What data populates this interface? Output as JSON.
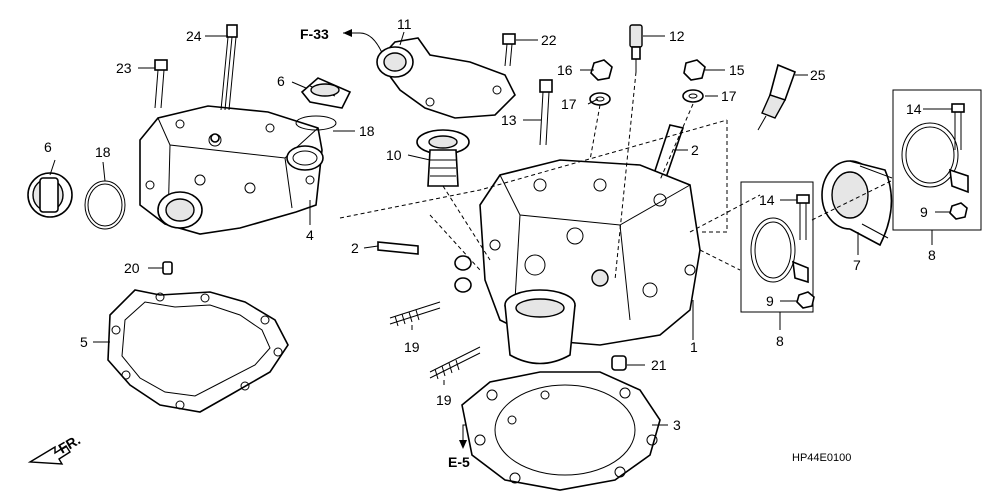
{
  "callouts": {
    "p1": "1",
    "p2a": "2",
    "p2b": "2",
    "p3": "3",
    "p4": "4",
    "p5": "5",
    "p6a": "6",
    "p6b": "6",
    "p7": "7",
    "p8a": "8",
    "p8b": "8",
    "p9a": "9",
    "p9b": "9",
    "p10": "10",
    "p11": "11",
    "p12": "12",
    "p13": "13",
    "p14a": "14",
    "p14b": "14",
    "p15": "15",
    "p16": "16",
    "p17a": "17",
    "p17b": "17",
    "p18a": "18",
    "p18b": "18",
    "p19a": "19",
    "p19b": "19",
    "p20": "20",
    "p21": "21",
    "p22": "22",
    "p23": "23",
    "p24": "24",
    "p25": "25"
  },
  "references": {
    "f33": "F-33",
    "e5": "E-5",
    "front": "FR."
  },
  "diagram_code": "HP44E0100"
}
